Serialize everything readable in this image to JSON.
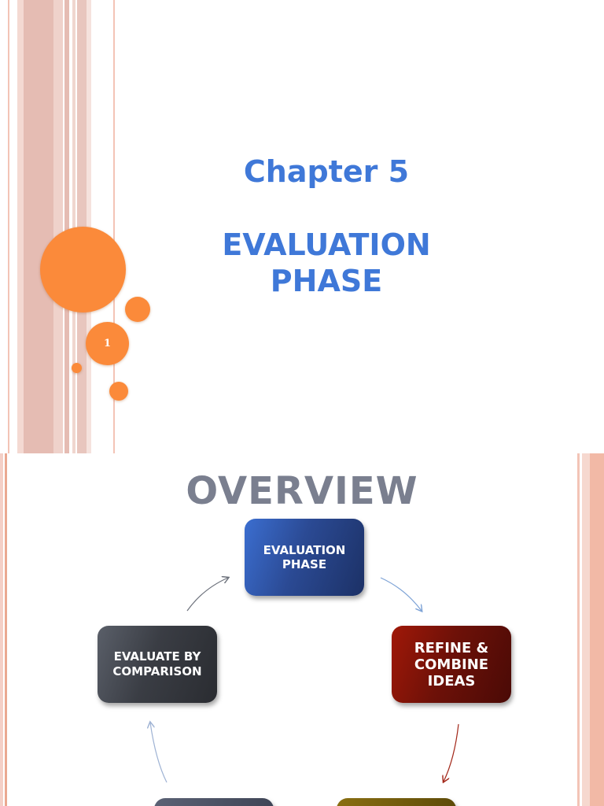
{
  "slide1": {
    "chapter": "Chapter 5",
    "title_line1": "EVALUATION",
    "title_line2": "PHASE",
    "page_number": "1"
  },
  "slide2": {
    "title": "OVERVIEW",
    "nodes": {
      "evaluation": [
        "EVALUATION",
        "PHASE"
      ],
      "refine": [
        "REFINE &",
        "COMBINE",
        "IDEAS"
      ],
      "compare": [
        "EVALUATE BY",
        "COMPARISON"
      ]
    }
  },
  "colors": {
    "title_blue": "#3f78d8",
    "accent_orange": "#fb8a3a",
    "stripe_pink": "#e9bfb6"
  }
}
